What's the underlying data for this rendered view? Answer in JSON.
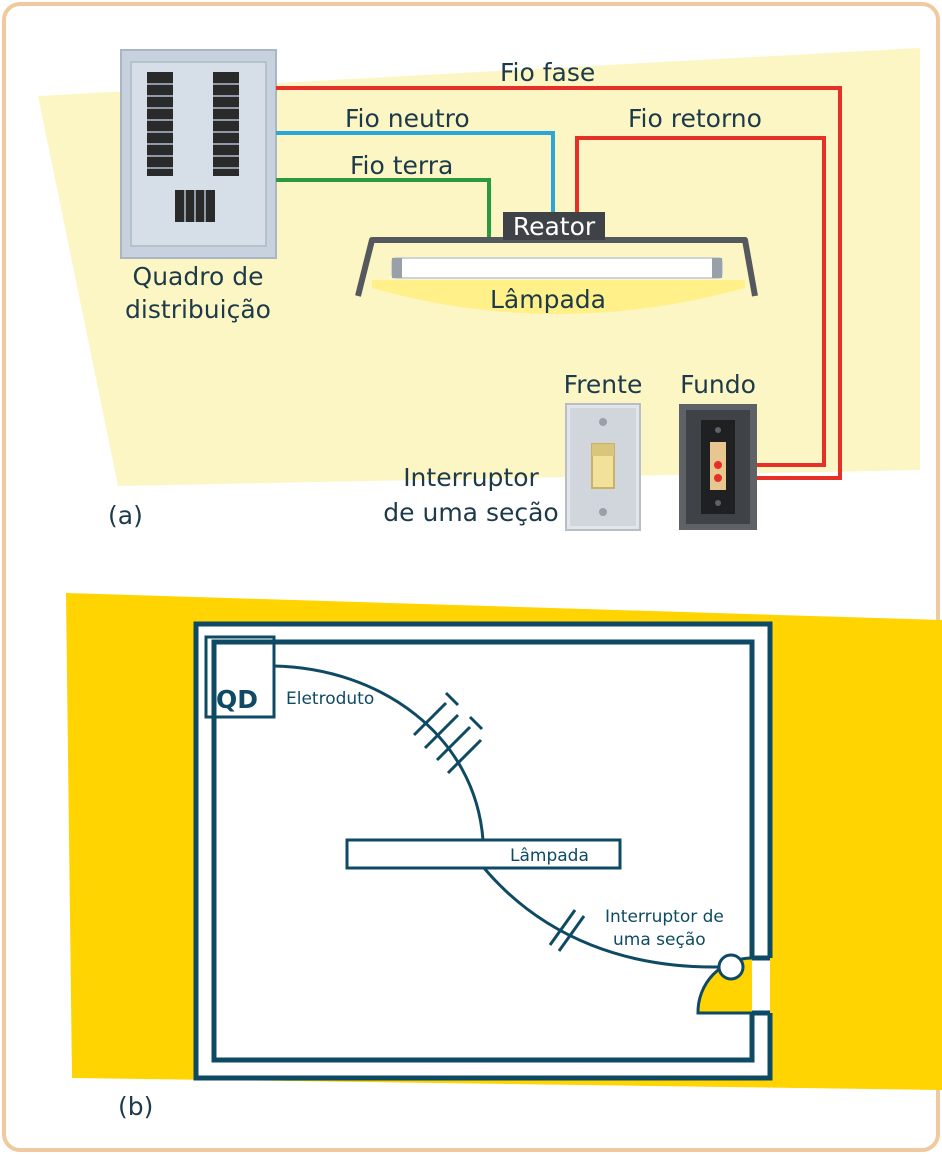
{
  "panel_a": {
    "tag": "(a)",
    "wire_phase": "Fio fase",
    "wire_neutral": "Fio neutro",
    "wire_ground": "Fio terra",
    "wire_return": "Fio retorno",
    "ballast": "Reator",
    "lamp": "Lâmpada",
    "board_line1": "Quadro de",
    "board_line2": "distribuição",
    "switch_front": "Frente",
    "switch_back": "Fundo",
    "switch_line1": "Interruptor",
    "switch_line2": "de uma seção"
  },
  "panel_b": {
    "tag": "(b)",
    "board": "QD",
    "conduit": "Eletroduto",
    "lamp": "Lâmpada",
    "switch_line1": "Interruptor de",
    "switch_line2": "uma seção"
  },
  "colors": {
    "frame": "#f0c9a0",
    "cream": "#fcf6c4",
    "yellow": "#ffd400",
    "phase": "#e63027",
    "neutral": "#2aa7d8",
    "ground": "#2b9a3f",
    "plan_line": "#0e4a63"
  }
}
